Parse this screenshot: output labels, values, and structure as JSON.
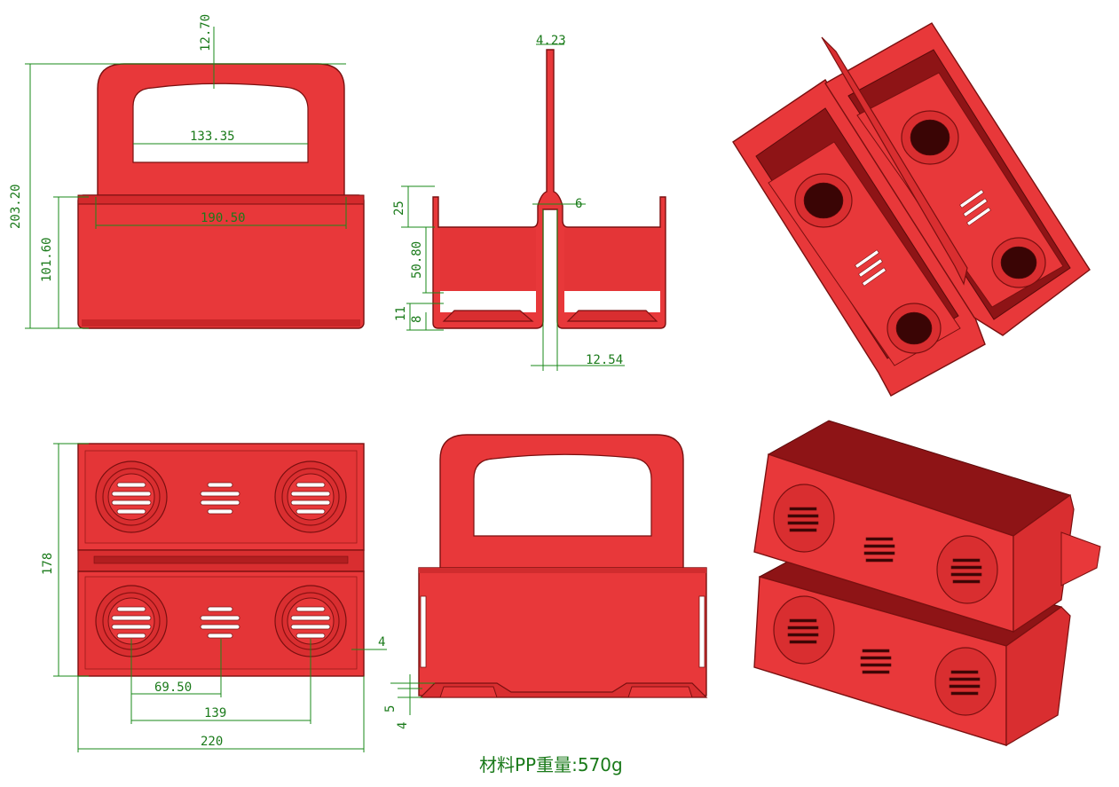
{
  "dimensions": {
    "front_view": {
      "handle_top": "12.70",
      "handle_opening_width": "133.35",
      "overall_height": "203.20",
      "body_height": "101.60",
      "body_width": "190.50"
    },
    "side_view": {
      "divider_thickness": "4.23",
      "wall_top": "25",
      "wall_mid": "50.80",
      "gap": "6",
      "foot_11": "11",
      "foot_8": "8",
      "center_span": "12.54"
    },
    "top_view": {
      "depth": "178",
      "wall": "4",
      "hole_to_center": "69.50",
      "hole_spacing": "139",
      "overall_width": "220"
    },
    "section_view": {
      "base_5": "5",
      "base_4": "4"
    }
  },
  "material_note": "材料PP重量:570g",
  "colors": {
    "part": "#e8383a",
    "part_edge": "#7a1010",
    "shadow": "#8e1416",
    "dimension": "#1a8a1a"
  }
}
